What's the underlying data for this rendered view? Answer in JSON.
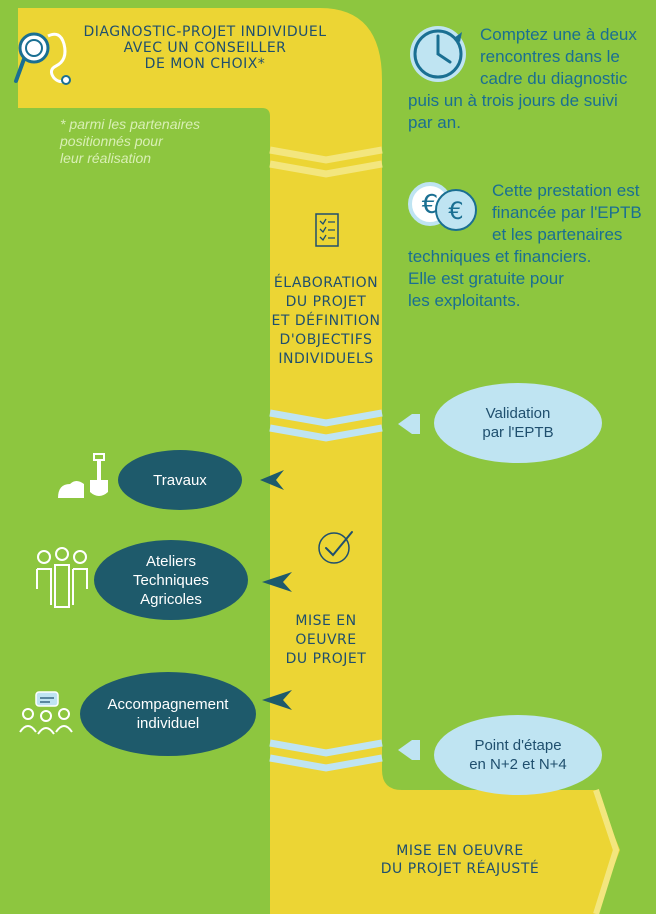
{
  "header": {
    "title_line1": "Diagnostic-Projet Individuel",
    "title_line2": "avec un conseiller",
    "title_line3": "de mon choix*",
    "footnote_line1": "* parmi les partenaires",
    "footnote_line2": "positionnés pour",
    "footnote_line3": "leur réalisation"
  },
  "info": {
    "duration_line1": "Comptez une à deux",
    "duration_line2": "rencontres dans le",
    "duration_line3": "cadre du diagnostic",
    "duration_line4": "puis un à trois jours de suivi",
    "duration_line5": "par an.",
    "funding_line1": "Cette prestation est",
    "funding_line2": "financée par l'EPTB",
    "funding_line3": "et les partenaires",
    "funding_line4": "techniques et financiers.",
    "funding_line5": "Elle est gratuite pour",
    "funding_line6": "les exploitants."
  },
  "stages": {
    "elaboration_line1": "Élaboration",
    "elaboration_line2": "du projet",
    "elaboration_line3": "et définition",
    "elaboration_line4": "d'objectifs",
    "elaboration_line5": "individuels",
    "mise_line1": "Mise en",
    "mise_line2": "oeuvre",
    "mise_line3": "du projet",
    "reajuste_line1": "Mise en oeuvre",
    "reajuste_line2": "du projet réajusté"
  },
  "bubbles": {
    "validation_line1": "Validation",
    "validation_line2": "par l'EPTB",
    "point_line1": "Point d'étape",
    "point_line2": "en N+2 et N+4",
    "travaux": "Travaux",
    "ateliers_line1": "Ateliers",
    "ateliers_line2": "Techniques",
    "ateliers_line3": "Agricoles",
    "accomp_line1": "Accompagnement",
    "accomp_line2": "individuel"
  },
  "icons": [
    "stethoscope-icon",
    "clock-icon",
    "euro-coins-icon",
    "checklist-icon",
    "checkmark-icon",
    "shovel-icon",
    "group-people-icon",
    "meeting-icon"
  ],
  "colors": {
    "background": "#8dc63f",
    "path": "#ecd534",
    "light_blue": "#bfe4f2",
    "dark_teal": "#1e5a6b",
    "text_blue": "#1a6f92",
    "title_navy": "#1f4f6e"
  }
}
